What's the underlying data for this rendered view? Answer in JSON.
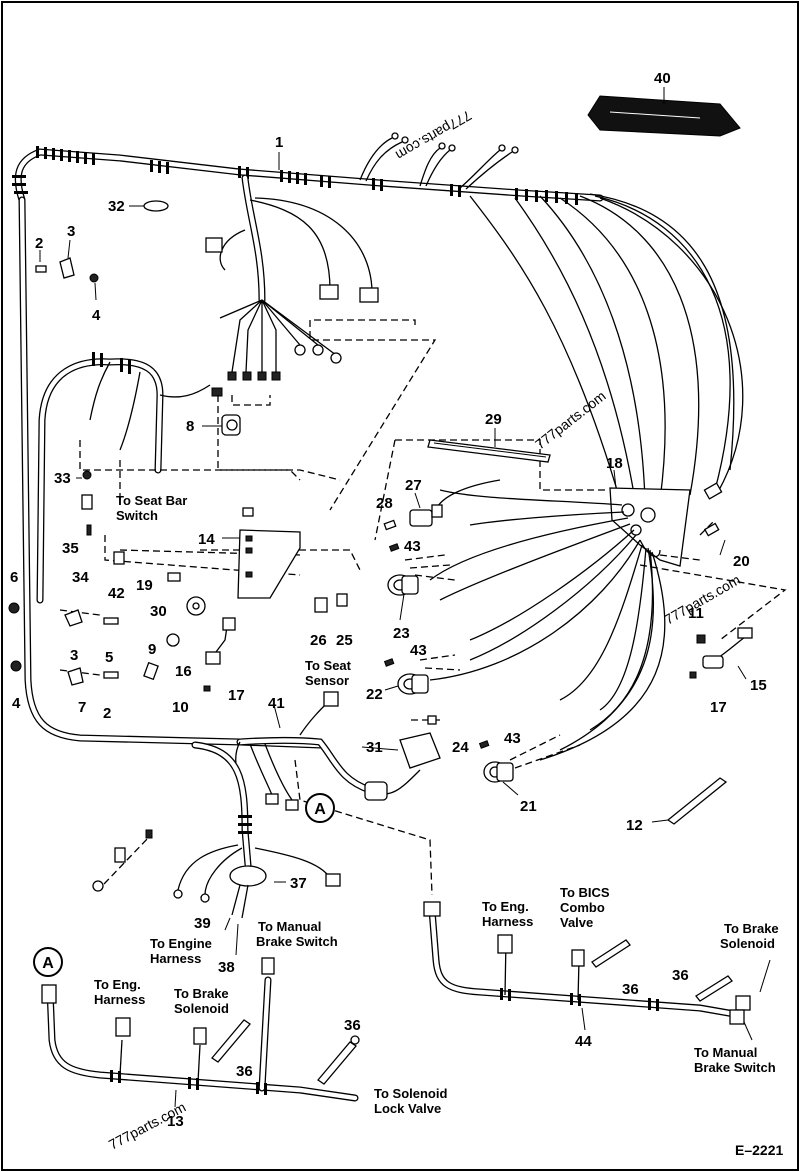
{
  "diagram": {
    "figure_code": "E–2221",
    "watermarks": [
      "777parts.com",
      "777parts.com",
      "777parts.com",
      "777parts.com"
    ],
    "callout_letter": "A",
    "part_numbers": [
      "1",
      "2",
      "3",
      "4",
      "5",
      "6",
      "7",
      "8",
      "9",
      "10",
      "11",
      "12",
      "13",
      "14",
      "15",
      "16",
      "17",
      "18",
      "19",
      "20",
      "21",
      "22",
      "23",
      "24",
      "25",
      "26",
      "27",
      "28",
      "29",
      "30",
      "31",
      "32",
      "33",
      "34",
      "35",
      "36",
      "37",
      "38",
      "39",
      "40",
      "41",
      "42",
      "43",
      "44"
    ],
    "labels": {
      "seat_bar_switch": [
        "To Seat Bar",
        "Switch"
      ],
      "seat_sensor": [
        "To Seat",
        "Sensor"
      ],
      "engine_harness": [
        "To Engine",
        "Harness"
      ],
      "manual_brake_switch": [
        "To Manual",
        "Brake Switch"
      ],
      "eng_harness_left": [
        "To Eng.",
        "Harness"
      ],
      "brake_solenoid_left": [
        "To Brake",
        "Solenoid"
      ],
      "solenoid_lock_valve": [
        "To Solenoid",
        "Lock Valve"
      ],
      "eng_harness_right": [
        "To Eng.",
        "Harness"
      ],
      "bics_combo_valve": [
        "To BICS",
        "Combo",
        "Valve"
      ],
      "brake_solenoid_right": [
        "To Brake",
        "Solenoid"
      ],
      "manual_brake_switch_right": [
        "To Manual",
        "Brake Switch"
      ]
    }
  }
}
